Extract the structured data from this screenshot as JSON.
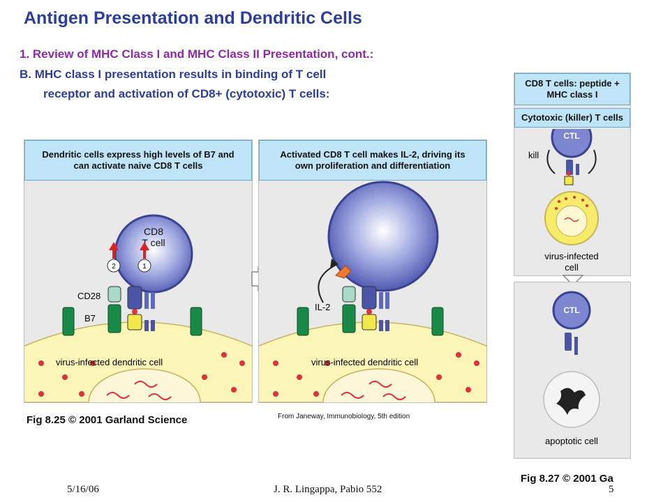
{
  "title": "Antigen Presentation and Dendritic Cells",
  "subtitle_lines": [
    "1.  Review of MHC Class I and MHC Class II Presentation, cont.:",
    "B.  MHC class I presentation results in binding of T cell",
    "receptor and activation of CD8+ (cytotoxic) T cells:"
  ],
  "fig825": {
    "panel_left_caption": "Dendritic cells express high levels of B7 and can activate naive CD8 T cells",
    "panel_right_caption": "Activated CD8 T cell makes IL-2, driving its own proliferation and differentiation",
    "labels": {
      "cd8_line1": "CD8",
      "cd8_line2": "T cell",
      "signal2": "2",
      "signal1": "1",
      "cd28": "CD28",
      "b7": "B7",
      "il2": "IL-2",
      "dendritic_cell": "virus-infected dendritic cell"
    },
    "caption": "Fig 8.25  © 2001 Garland Science",
    "credit": "From Janeway, Immunobiology, 5th edition"
  },
  "fig827": {
    "header_1": "CD8 T cells: peptide + MHC class I",
    "header_2": "Cytotoxic (killer) T cells",
    "ctl_label": "CTL",
    "kill_label": "kill",
    "infected_line1": "virus-infected",
    "infected_line2": "cell",
    "apoptotic_label": "apoptotic cell",
    "caption": "Fig 8.27  © 2001 Ga"
  },
  "footer": {
    "date": "5/16/06",
    "author": "J. R. Lingappa, Pabio 552",
    "page": "5"
  }
}
